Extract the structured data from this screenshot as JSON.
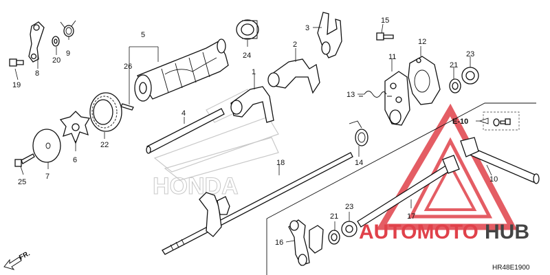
{
  "diagram": {
    "code": "HR48E1900",
    "ref_box": "E-10",
    "direction": "FR.",
    "brand_watermark": "HONDA",
    "site_watermark": {
      "part1": "AUTOMOTO",
      "part2": "HUB"
    },
    "colors": {
      "accent_red": "#e0414a",
      "dark": "#444444",
      "ink": "#111111"
    },
    "callouts": [
      {
        "id": "c1",
        "num": "1"
      },
      {
        "id": "c2",
        "num": "2"
      },
      {
        "id": "c3",
        "num": "3"
      },
      {
        "id": "c4",
        "num": "4"
      },
      {
        "id": "c5",
        "num": "5"
      },
      {
        "id": "c6",
        "num": "6"
      },
      {
        "id": "c7",
        "num": "7"
      },
      {
        "id": "c8",
        "num": "8"
      },
      {
        "id": "c9",
        "num": "9"
      },
      {
        "id": "c10",
        "num": "10"
      },
      {
        "id": "c11",
        "num": "11"
      },
      {
        "id": "c12",
        "num": "12"
      },
      {
        "id": "c13",
        "num": "13"
      },
      {
        "id": "c14",
        "num": "14"
      },
      {
        "id": "c15",
        "num": "15"
      },
      {
        "id": "c16",
        "num": "16"
      },
      {
        "id": "c17",
        "num": "17"
      },
      {
        "id": "c18",
        "num": "18"
      },
      {
        "id": "c19",
        "num": "19"
      },
      {
        "id": "c20",
        "num": "20"
      },
      {
        "id": "c21a",
        "num": "21"
      },
      {
        "id": "c21b",
        "num": "21"
      },
      {
        "id": "c22",
        "num": "22"
      },
      {
        "id": "c23a",
        "num": "23"
      },
      {
        "id": "c23b",
        "num": "23"
      },
      {
        "id": "c24",
        "num": "24"
      },
      {
        "id": "c25",
        "num": "25"
      },
      {
        "id": "c26",
        "num": "26"
      }
    ]
  }
}
